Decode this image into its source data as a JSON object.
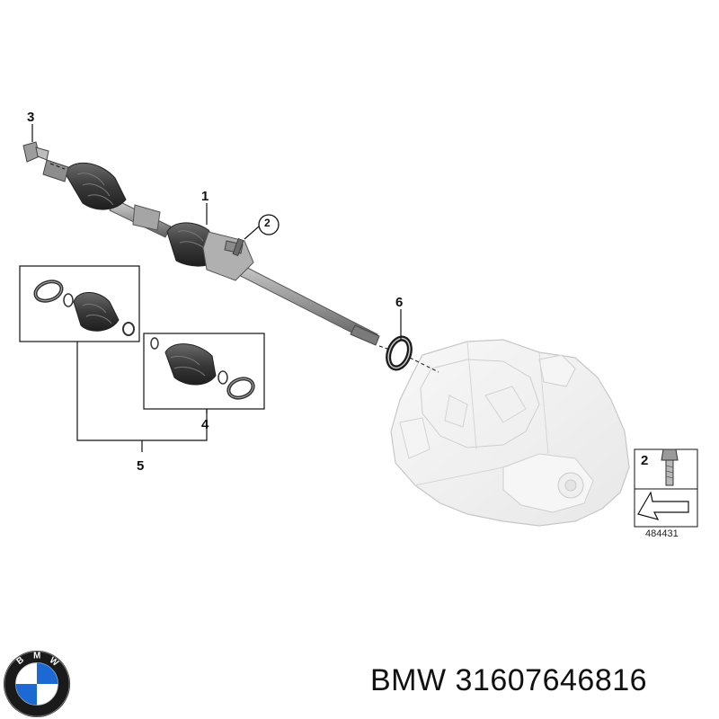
{
  "callouts": {
    "shaft": "1",
    "bolt": "2",
    "outer_bolt": "3",
    "inner_boot_kit": "4",
    "boot_kit_group": "5",
    "seal_ring": "6"
  },
  "inset": {
    "part_number": "2",
    "ref_code": "484431"
  },
  "caption": {
    "brand": "BMW",
    "part_number": "31607646816"
  },
  "logo": {
    "letters": [
      "B",
      "M",
      "W"
    ],
    "colors": {
      "ring": "#1a1a1a",
      "blue": "#1c69d4",
      "white": "#ffffff"
    }
  },
  "colors": {
    "line": "#111111",
    "part_dark": "#3d3d3d",
    "part_mid": "#8a8a8a",
    "part_light": "#c8c8c8",
    "housing": "#e8e8e8"
  }
}
